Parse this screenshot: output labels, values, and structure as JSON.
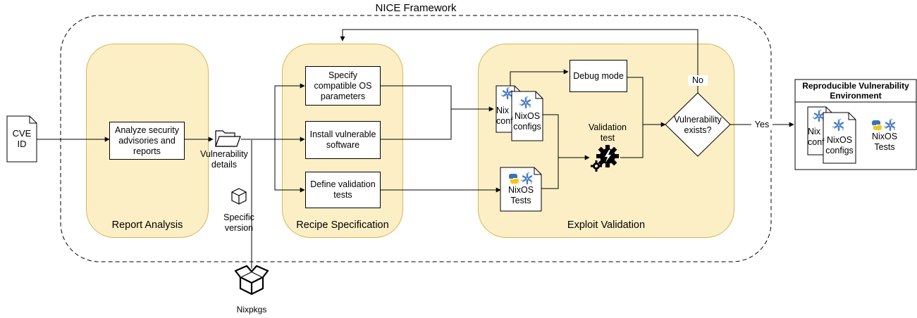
{
  "framework": {
    "title": "NICE Framework"
  },
  "input": {
    "cve_label": "CVE\nID"
  },
  "report_analysis": {
    "title": "Report Analysis",
    "analyze_box": "Analyze security\nadvisories and\nreports",
    "artifact_label": "Vulnerability\ndetails"
  },
  "nixpkgs": {
    "version_label": "Specific\nversion",
    "label": "Nixpkgs"
  },
  "recipe_specification": {
    "title": "Recipe Specification",
    "specify_box": "Specify\ncompatible OS\nparameters",
    "install_box": "Install vulnerable\nsoftware",
    "define_box": "Define validation\ntests"
  },
  "exploit_validation": {
    "title": "Exploit Validation",
    "configs_back": "Nix\nconfi",
    "configs_front": "NixOS\nconfigs",
    "tests_doc": "NixOS\nTests",
    "debug_box": "Debug mode",
    "validation_label": "Validation\ntest",
    "decision": "Vulnerability\nexists?",
    "no_label": "No",
    "yes_label": "Yes"
  },
  "output": {
    "title": "Reproducible Vulnerability\nEnvironment",
    "configs_back": "Nix\nconfi",
    "configs_front": "NixOS\nconfigs",
    "tests_doc": "NixOS\nTests"
  },
  "icons": [
    "folder-icon",
    "cube-icon",
    "open-box-icon",
    "nixos-snowflake-icon",
    "python-icon",
    "gear-bolt-icon",
    "document-icon"
  ]
}
